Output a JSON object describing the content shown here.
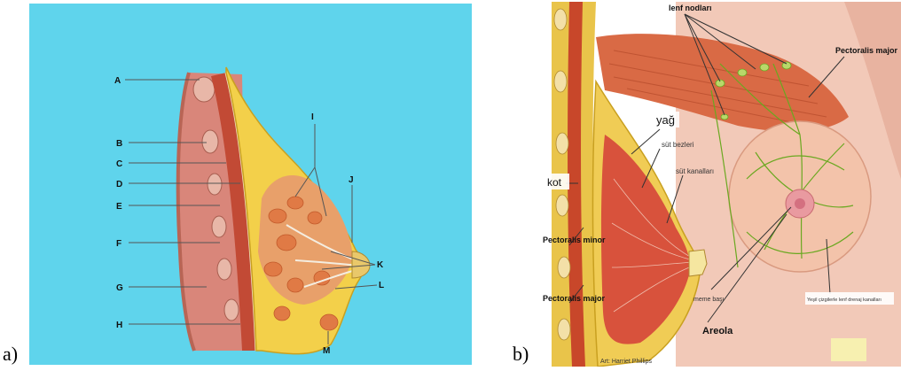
{
  "panels": [
    {
      "label": "a)"
    },
    {
      "label": "b)"
    }
  ],
  "diagram_a": {
    "background_color": "#5fd4ec",
    "labels": [
      "A",
      "B",
      "C",
      "D",
      "E",
      "F",
      "G",
      "H",
      "I",
      "J",
      "K",
      "L",
      "M"
    ]
  },
  "diagram_b": {
    "labels": {
      "lymph_nodes": "lenf nodları",
      "pectoralis_major_top": "Pectoralis major",
      "fat": "yağ",
      "milk_glands": "süt bezleri",
      "milk_ducts": "süt kanalları",
      "rib": "kot",
      "pectoralis_minor": "Pectoralis minor",
      "pectoralis_major_side": "Pectoralis major",
      "nipple": "meme başı",
      "areola": "Areola",
      "lymph_drainage": "Yeşil çizgilerle lenf drenaj kanalları",
      "credit": "Art: Harriet Phillips"
    }
  }
}
